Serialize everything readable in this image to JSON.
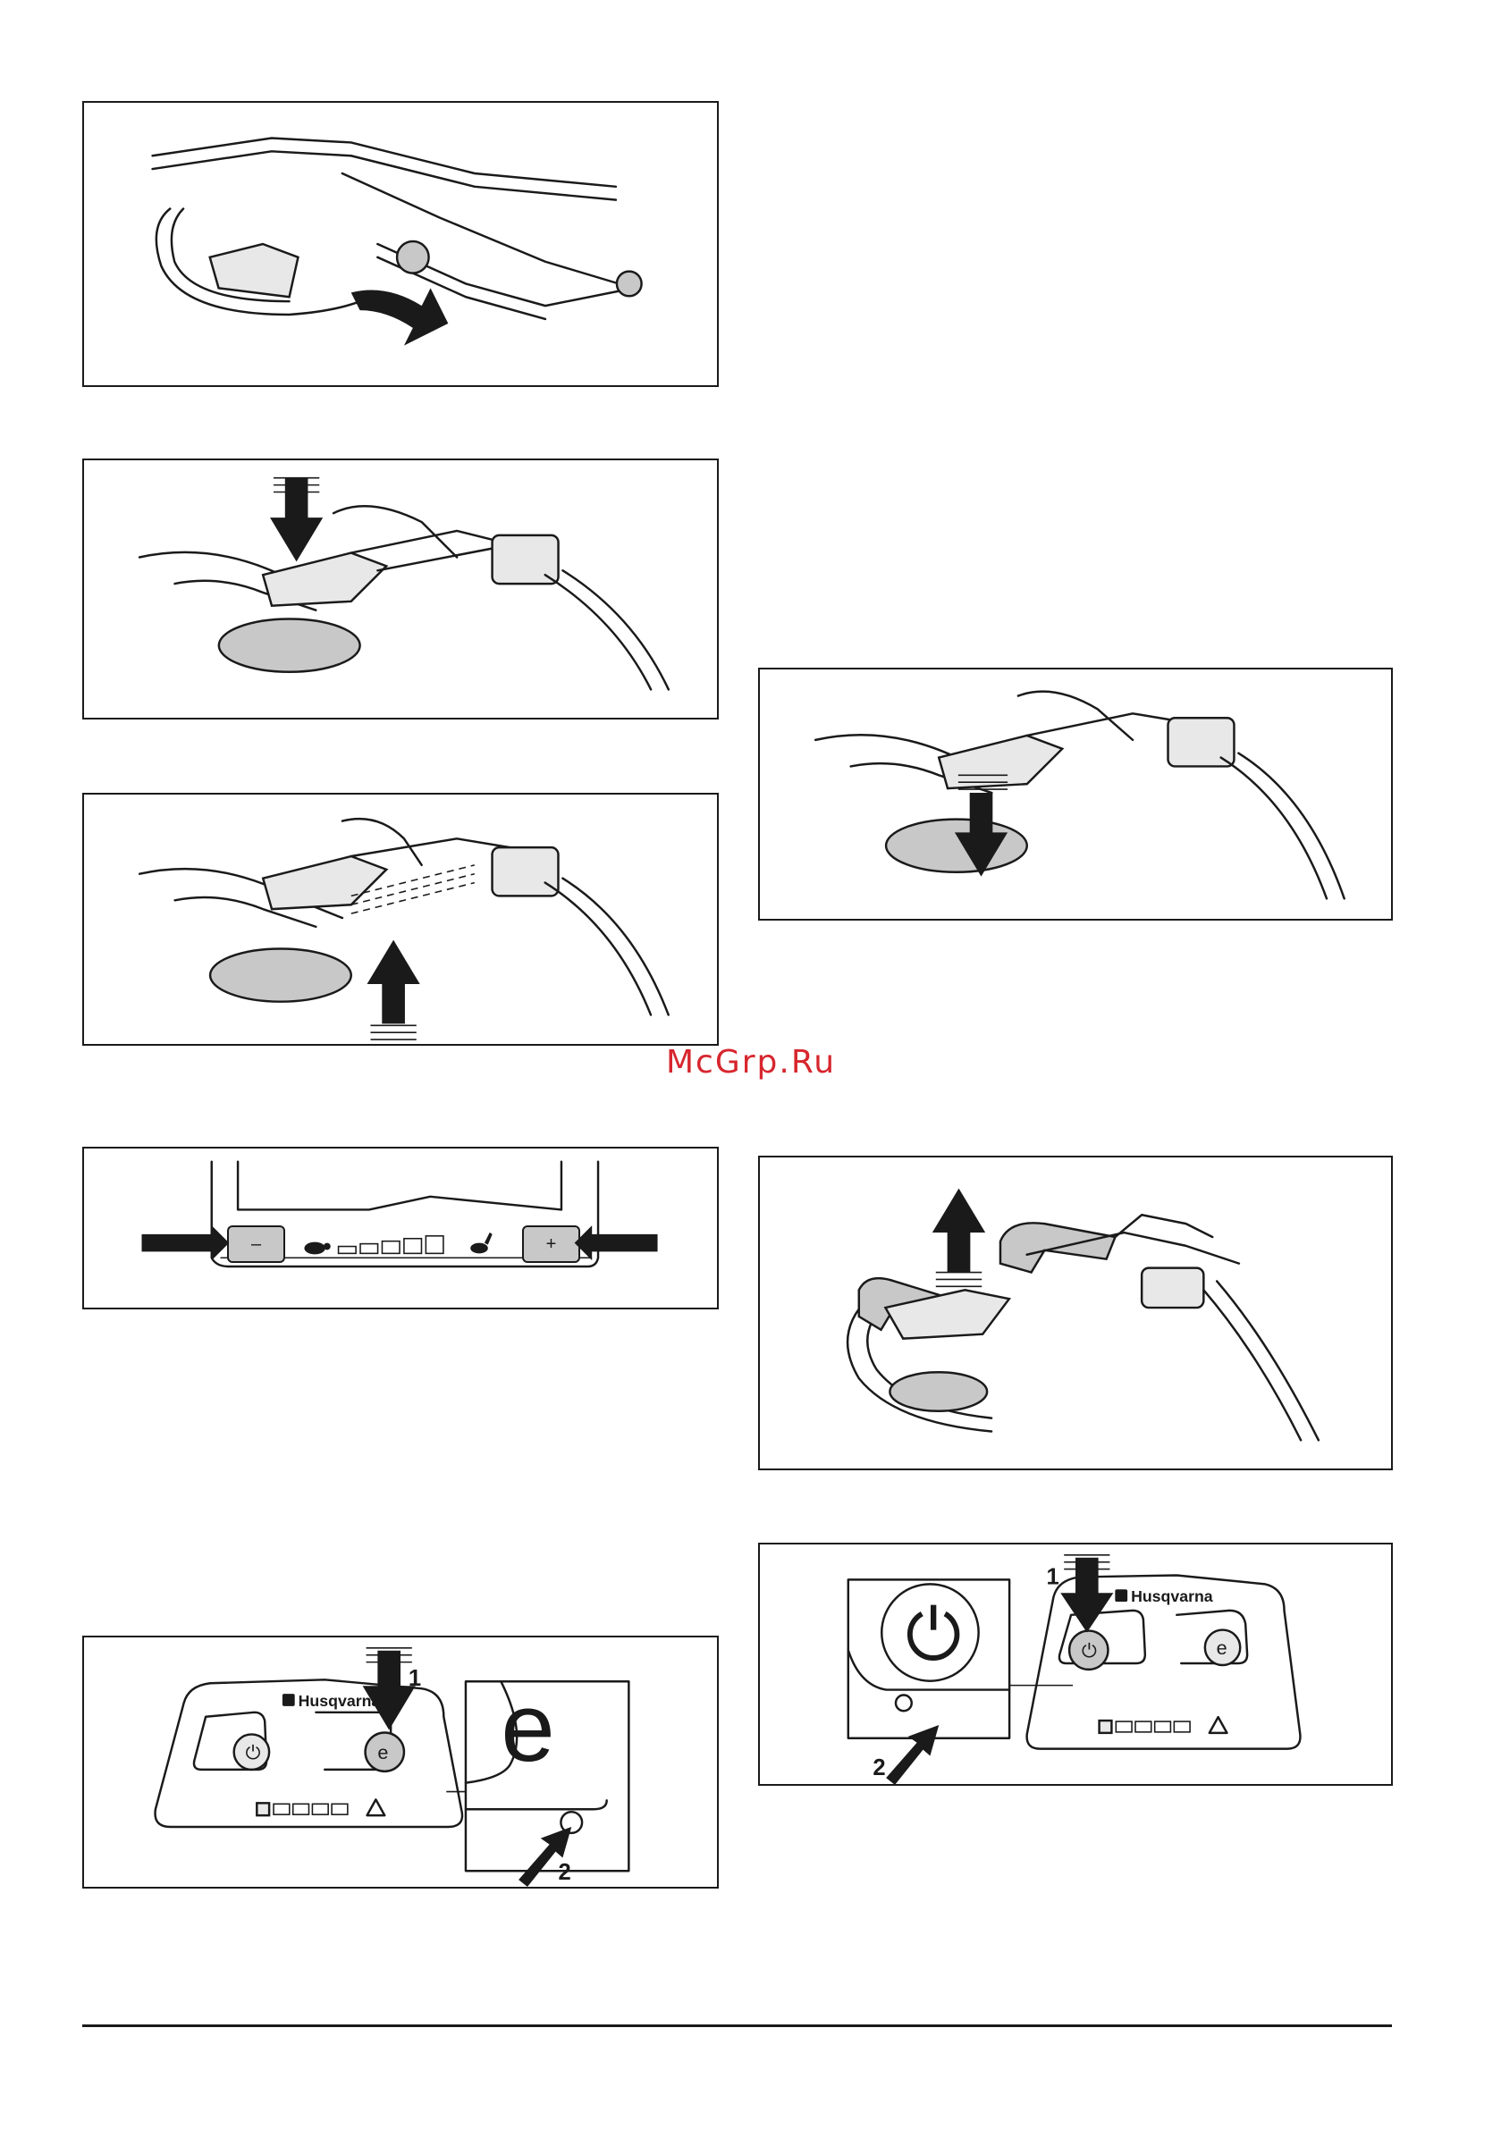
{
  "watermark": "McGrp.Ru",
  "figures": {
    "handle_fold": {
      "icon": "handle-fold-illustration"
    },
    "press_bar_down": {
      "icon": "hands-press-bar-down-illustration"
    },
    "lift_bar_up": {
      "icon": "hands-lift-bar-up-illustration"
    },
    "speed_panel": {
      "minus_label": "–",
      "plus_label": "+",
      "slow_icon": "turtle-icon",
      "fast_icon": "rabbit-icon"
    },
    "eco_panel": {
      "brand": "Husqvarna",
      "callout_1": "1",
      "callout_2": "2",
      "eco_symbol": "e"
    },
    "press_bar_down_right": {
      "icon": "hands-press-bar-down-illustration"
    },
    "handle_lift": {
      "icon": "handle-lift-illustration"
    },
    "power_panel": {
      "brand": "Husqvarna",
      "callout_1": "1",
      "callout_2": "2",
      "eco_symbol": "e"
    }
  },
  "colors": {
    "line": "#1a1a1a",
    "button_fill": "#c8c8c8",
    "watermark": "#d7262e"
  }
}
